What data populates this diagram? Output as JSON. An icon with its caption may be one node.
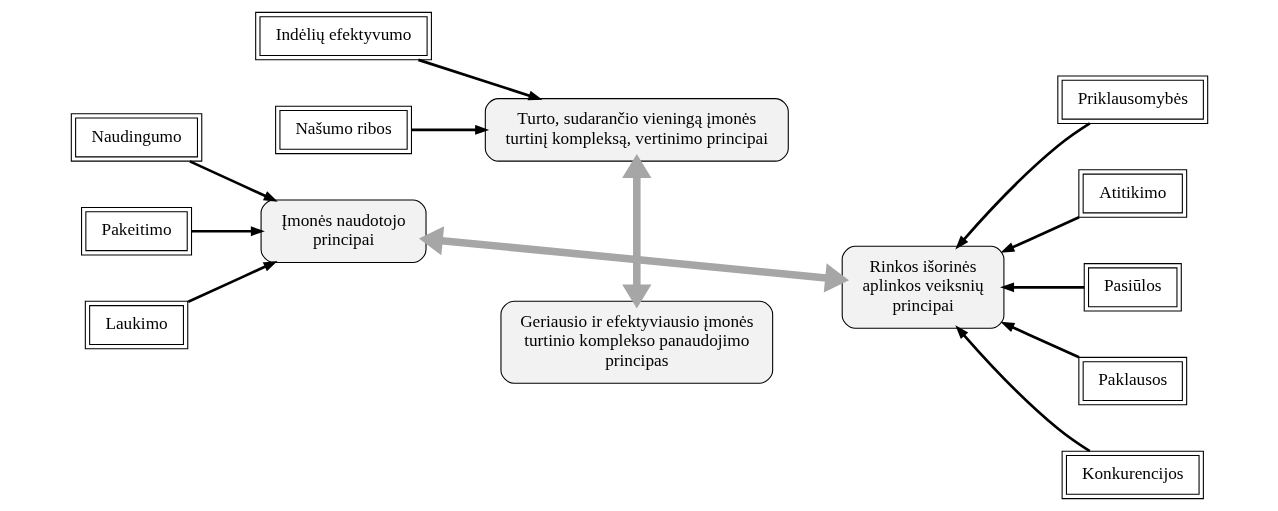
{
  "diagram": {
    "nodes": [
      {
        "text": [
          "Geriausio ir efektyviausio įmonės turtinio komplekso panaudojimo principas"
        ]
      },
      {
        "text": [
          "Įmonės naudotojo principai"
        ]
      },
      {
        "text": [
          "Rinkos išorinės aplinkos veiksnių principai"
        ]
      },
      {
        "text": [
          "Turto, sudarančio vieningą įmonės turtinį kompleksą, vertinimo principai"
        ]
      },
      {
        "text": [
          "Naudingumo"
        ]
      },
      {
        "text": [
          "Pakeitimo"
        ]
      },
      {
        "text": [
          "Laukimo"
        ]
      },
      {
        "text": [
          "Priklausomybės"
        ]
      },
      {
        "text": [
          "Atitikimo"
        ]
      },
      {
        "text": [
          "Pasiūlos"
        ]
      },
      {
        "text": [
          "Paklausos"
        ]
      },
      {
        "text": [
          "Konkurencijos"
        ]
      },
      {
        "text": [
          "Indėlių efektyvumo"
        ]
      },
      {
        "text": [
          "Našumo ribos"
        ]
      }
    ],
    "edges": [
      {
        "from": 1,
        "to": 2,
        "arrow": "both",
        "style": "thick",
        "color": "#a6a6a6"
      },
      {
        "from": 0,
        "to": 3,
        "arrow": "both",
        "style": "thick",
        "color": "#a6a6a6"
      },
      {
        "from": 4,
        "to": 1,
        "arrow": "to"
      },
      {
        "from": 5,
        "to": 1,
        "arrow": "to"
      },
      {
        "from": 6,
        "to": 1,
        "arrow": "to"
      },
      {
        "from": 7,
        "to": 2,
        "arrow": "to"
      },
      {
        "from": 8,
        "to": 2,
        "arrow": "to"
      },
      {
        "from": 9,
        "to": 2,
        "arrow": "to"
      },
      {
        "from": 10,
        "to": 2,
        "arrow": "to"
      },
      {
        "from": 11,
        "to": 2,
        "arrow": "to"
      },
      {
        "from": 12,
        "to": 3,
        "arrow": "to"
      },
      {
        "from": 13,
        "to": 3,
        "arrow": "to"
      }
    ]
  }
}
